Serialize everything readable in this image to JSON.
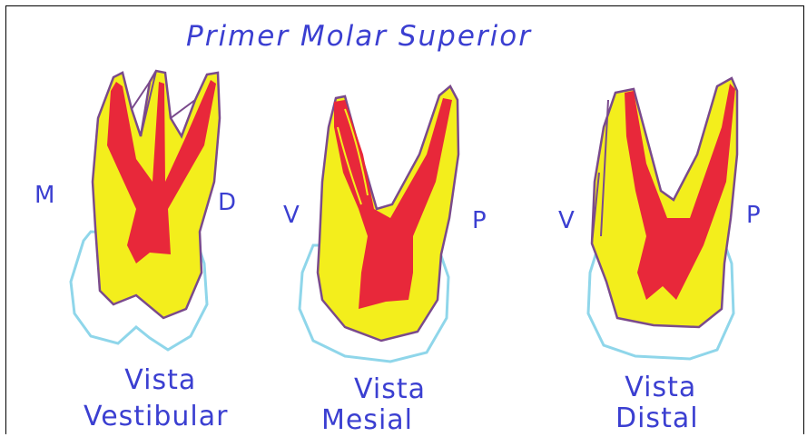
{
  "title": "Primer Molar Superior",
  "colors": {
    "ink": "#3b3fd1",
    "pulp": "#e8283a",
    "dentin": "#f3ee1c",
    "enamel_outline": "#8fd6ea",
    "root_outline": "#7a4a8c"
  },
  "views": [
    {
      "caption_line1": "Vista",
      "caption_line2": "Vestibular",
      "left_label": "M",
      "right_label": "D"
    },
    {
      "caption_line1": "Vista",
      "caption_line2": "Mesial",
      "left_label": "V",
      "right_label": "P"
    },
    {
      "caption_line1": "Vista",
      "caption_line2": "Distal",
      "left_label": "V",
      "right_label": "P"
    }
  ]
}
